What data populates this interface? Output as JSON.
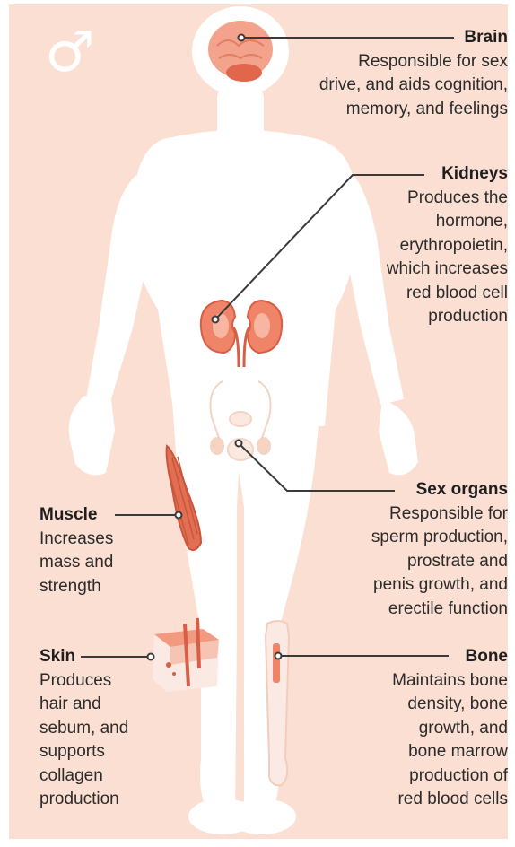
{
  "figure": {
    "symbol": "♂",
    "colors": {
      "background": "#fbdfd2",
      "body": "#ffffff",
      "organ": "#ef8468",
      "organ_dark": "#d85f45",
      "leader": "#3a3a3a"
    }
  },
  "labels": {
    "brain": {
      "title": "Brain",
      "desc": "Responsible for sex\ndrive, and aids cognition,\nmemory, and feelings"
    },
    "kidneys": {
      "title": "Kidneys",
      "desc": "Produces the\nhormone,\nerythropoietin,\nwhich increases\nred blood cell\nproduction"
    },
    "sex_organs": {
      "title": "Sex organs",
      "desc": "Responsible for\nsperm production,\nprostrate and\npenis growth, and\nerectile function"
    },
    "muscle": {
      "title": "Muscle",
      "desc": "Increases\nmass and\nstrength"
    },
    "skin": {
      "title": "Skin",
      "desc": "Produces\nhair and\nsebum, and\nsupports\ncollagen\nproduction"
    },
    "bone": {
      "title": "Bone",
      "desc": "Maintains bone\ndensity, bone\ngrowth, and\nbone marrow\nproduction of\nred blood cells"
    }
  }
}
